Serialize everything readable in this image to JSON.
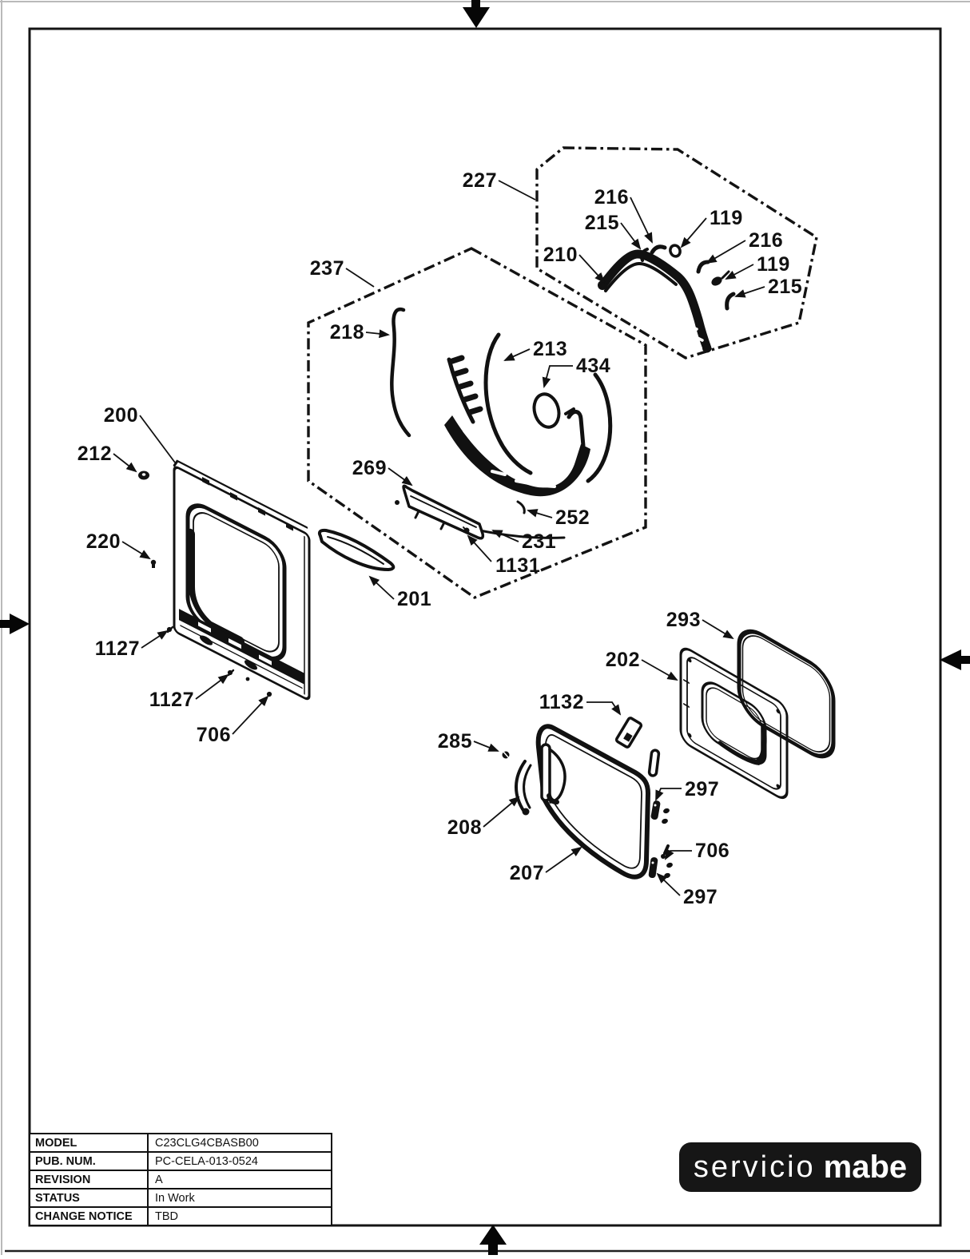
{
  "diagram": {
    "part_labels": [
      "227",
      "216",
      "215",
      "119",
      "216",
      "119",
      "215",
      "210",
      "237",
      "218",
      "213",
      "434",
      "269",
      "252",
      "231",
      "1131",
      "201",
      "200",
      "212",
      "220",
      "1127",
      "1127",
      "706",
      "293",
      "202",
      "1132",
      "285",
      "297",
      "208",
      "706",
      "207",
      "297"
    ]
  },
  "info_table": {
    "rows": [
      {
        "label": "MODEL",
        "value": "C23CLG4CBASB00"
      },
      {
        "label": "PUB. NUM.",
        "value": "PC-CELA-013-0524"
      },
      {
        "label": "REVISION",
        "value": "A"
      },
      {
        "label": "STATUS",
        "value": "In Work"
      },
      {
        "label": "CHANGE NOTICE",
        "value": "TBD"
      }
    ]
  },
  "logo": {
    "servicio": "servicio",
    "mabe": "mabe"
  },
  "colors": {
    "ink": "#111111",
    "paper": "#ffffff",
    "logo_bg": "#161616",
    "logo_text": "#ffffff"
  }
}
